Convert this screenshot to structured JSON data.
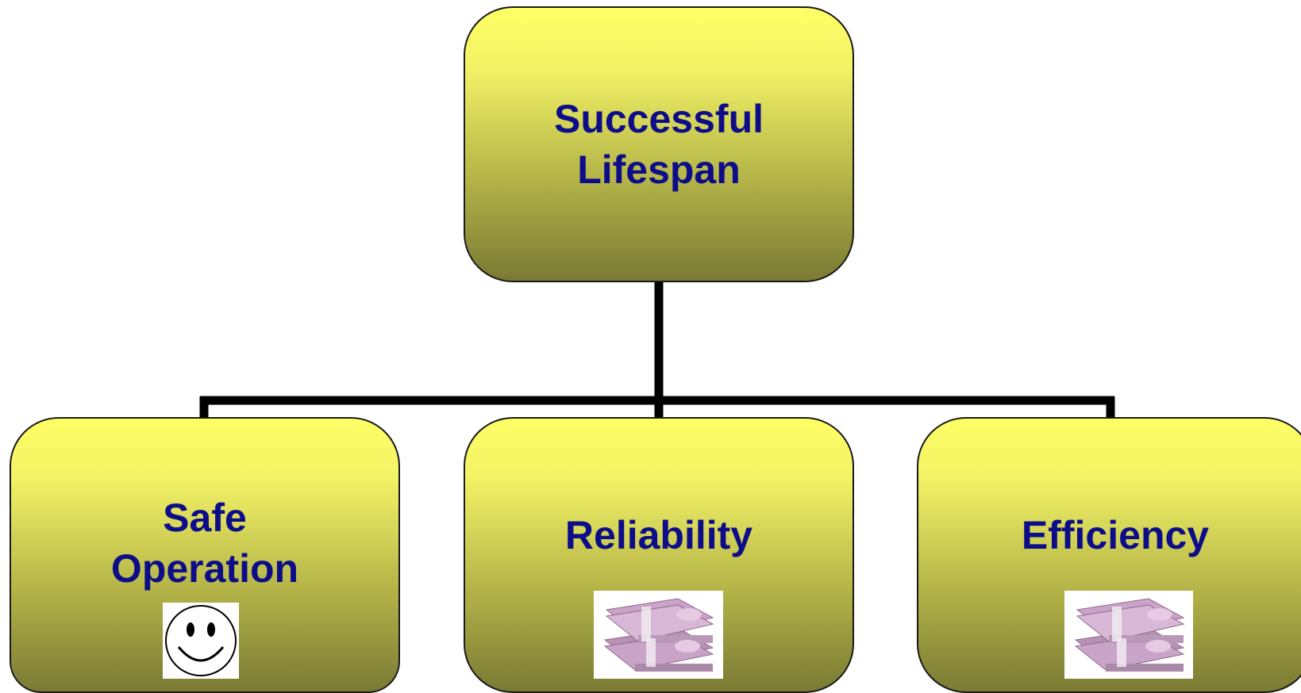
{
  "diagram": {
    "root": {
      "label_line1": "Successful",
      "label_line2": "Lifespan"
    },
    "children": [
      {
        "label_line1": "Safe",
        "label_line2": "Operation",
        "picture": "smiley-face-icon"
      },
      {
        "label": "Reliability",
        "picture": "euro-banknotes-stack"
      },
      {
        "label": "Efficiency",
        "picture": "euro-banknotes-stack"
      }
    ]
  },
  "colors": {
    "box_top": "#ffff66",
    "box_bottom": "#7a7a34",
    "label_text": "#0d0d8a",
    "connector": "#000000",
    "banknote": "#c9a3c8"
  }
}
